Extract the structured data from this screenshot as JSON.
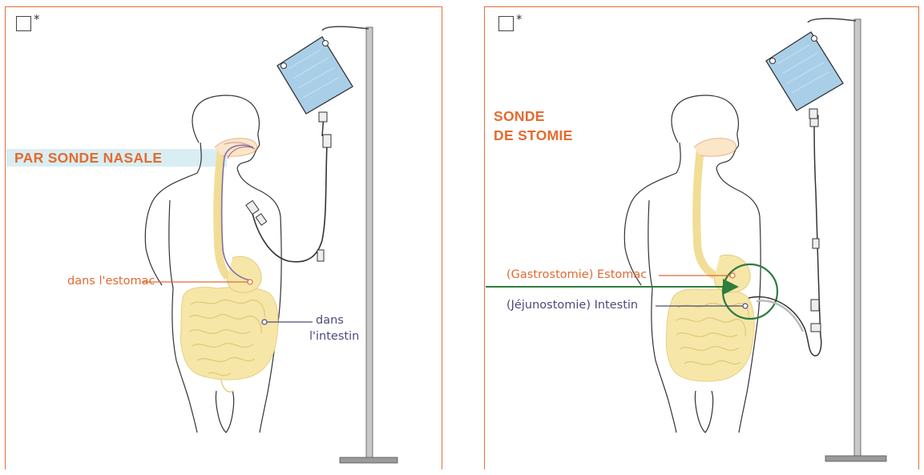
{
  "left_panel": {
    "title": "PAR SONDE NASALE",
    "asterisk": "*",
    "label_stomach": "dans l'estomac",
    "label_intestine_line1": "dans",
    "label_intestine_line2": "l'intestin"
  },
  "right_panel": {
    "title_line1": "SONDE",
    "title_line2": "DE STOMIE",
    "asterisk": "*",
    "label_gastro": "(Gastrostomie) Estomac",
    "label_jejuno": "(Jéjunostomie) Intestin"
  },
  "colors": {
    "frame": "#e2703a",
    "title": "#e66a2e",
    "stomach_line": "#e06a33",
    "intestine_line": "#4b4b7a",
    "highlight_circle": "#2e7d3e",
    "bag": "#a9cfe8",
    "organs": "#f6e7a8"
  }
}
